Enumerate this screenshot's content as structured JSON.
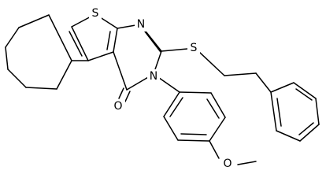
{
  "atoms": {
    "thiophene_s": "S",
    "pyrimidine_n1": "N",
    "pyrimidine_n3": "N",
    "thioether_s": "S",
    "carbonyl_o": "O",
    "methoxy_o": "O"
  },
  "colors": {
    "bond": "#000000",
    "label": "#000000",
    "background": "#ffffff"
  }
}
